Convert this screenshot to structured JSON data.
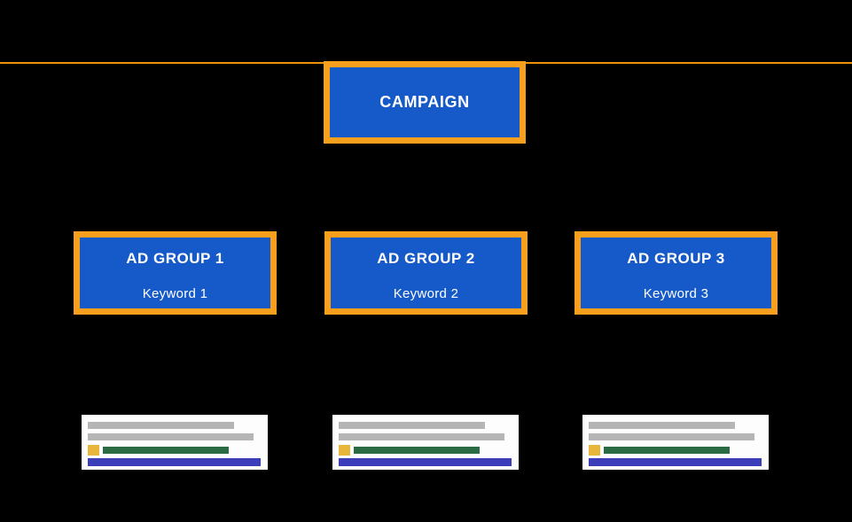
{
  "canvas": {
    "background": "#000000"
  },
  "divider": {
    "color": "#ED9209"
  },
  "palette": {
    "accent_orange": "#F8A01E",
    "node_blue": "#1659C8",
    "text_white": "#FFFFFF",
    "ad_headline_gray": "#B5B5B5",
    "ad_favicon_yellow": "#E9B63C",
    "ad_url_green": "#2A6B44",
    "ad_cta_indigo": "#3B3EB8",
    "ad_card_white": "#FDFDFD"
  },
  "campaign": {
    "label": "CAMPAIGN"
  },
  "ad_groups": [
    {
      "label": "AD GROUP 1",
      "keyword": "Keyword 1"
    },
    {
      "label": "AD GROUP 2",
      "keyword": "Keyword 2"
    },
    {
      "label": "AD GROUP 3",
      "keyword": "Keyword 3"
    }
  ]
}
